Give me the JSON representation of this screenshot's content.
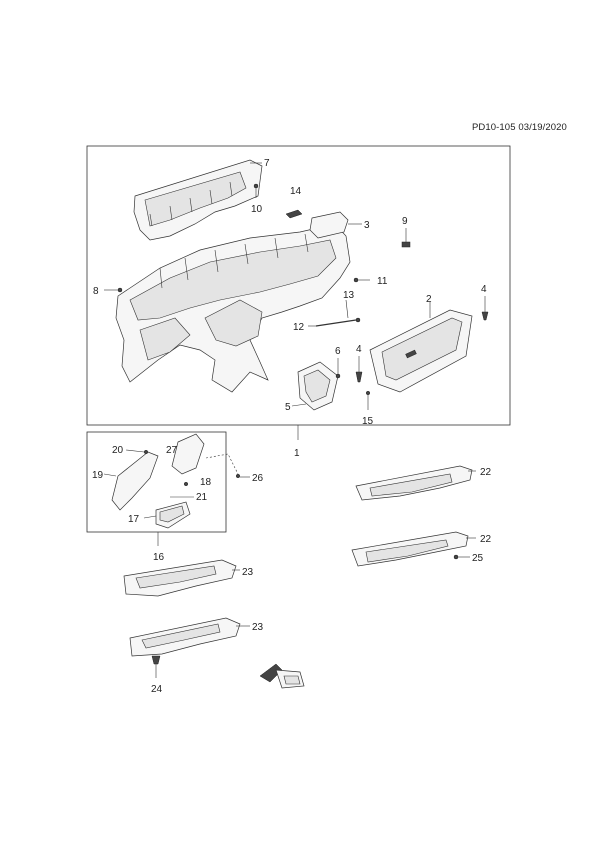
{
  "header": {
    "reference": "PD10-105 03/19/2020"
  },
  "callouts": {
    "c1": "1",
    "c2": "2",
    "c3": "3",
    "c4a": "4",
    "c4b": "4",
    "c5": "5",
    "c6": "6",
    "c7": "7",
    "c8": "8",
    "c9": "9",
    "c10": "10",
    "c11": "11",
    "c12": "12",
    "c13": "13",
    "c14": "14",
    "c15": "15",
    "c16": "16",
    "c17": "17",
    "c18": "18",
    "c19": "19",
    "c20": "20",
    "c21": "21",
    "c22a": "22",
    "c22b": "22",
    "c23a": "23",
    "c23b": "23",
    "c24": "24",
    "c25": "25",
    "c26": "26",
    "c27": "27"
  },
  "icons": {
    "orientation": "arrow-icon"
  }
}
